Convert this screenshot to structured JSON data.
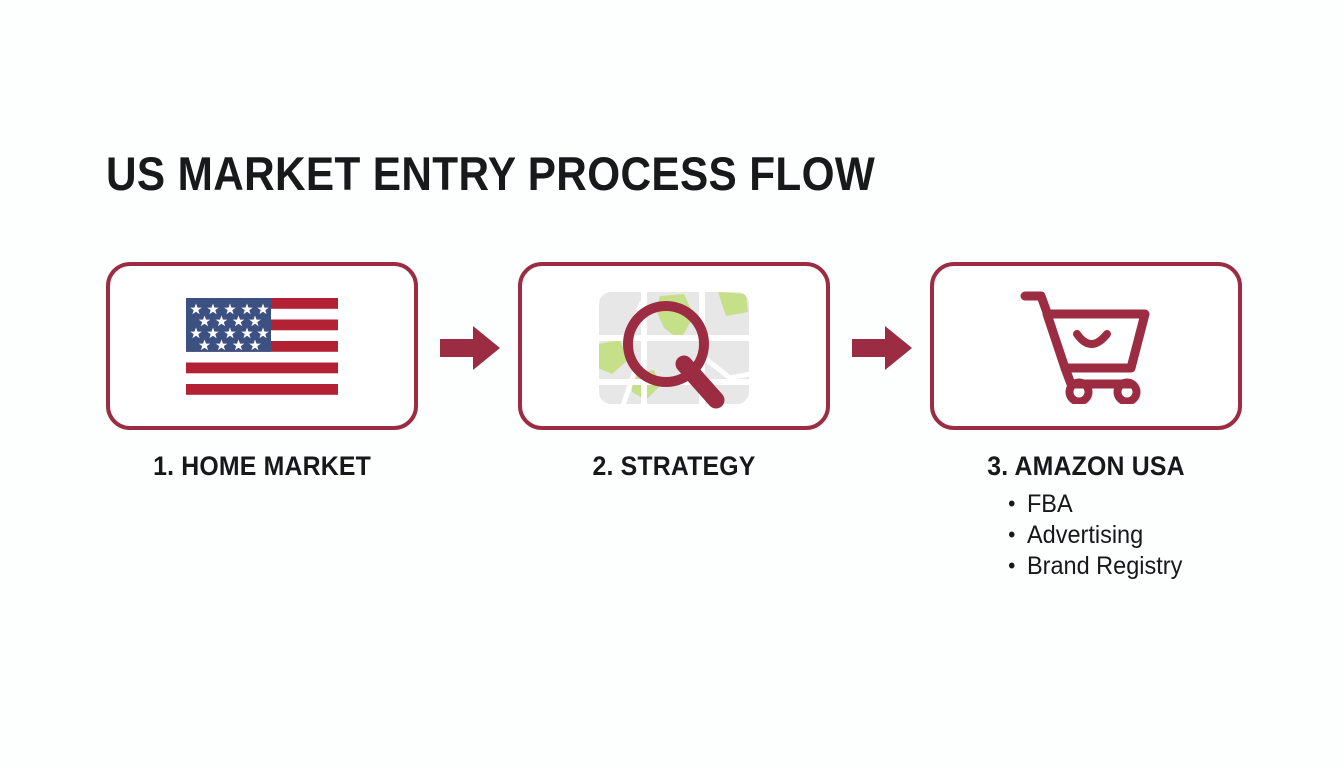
{
  "slide": {
    "title": "US MARKET ENTRY PROCESS FLOW",
    "background_color": "#FDFEFE",
    "accent_color": "#9B2C42",
    "text_color": "#16181A"
  },
  "flow": {
    "steps": [
      {
        "label": "1. HOME MARKET",
        "icon": "us-flag-icon",
        "bullets": []
      },
      {
        "label": "2. STRATEGY",
        "icon": "map-magnifier-icon",
        "bullets": []
      },
      {
        "label": "3. AMAZON USA",
        "icon": "shopping-cart-icon",
        "bullets": [
          "FBA",
          "Advertising",
          "Brand Registry"
        ]
      }
    ],
    "connectors": [
      {
        "icon": "arrow-right-icon",
        "direction": "right"
      },
      {
        "icon": "arrow-right-icon",
        "direction": "right"
      }
    ]
  },
  "palette": {
    "flag_red": "#B22234",
    "flag_navy": "#3C5181",
    "flag_white": "#FFFFFF",
    "map_gray": "#E7E7E7",
    "map_green": "#C6DF89",
    "map_road": "#FFFFFF"
  }
}
